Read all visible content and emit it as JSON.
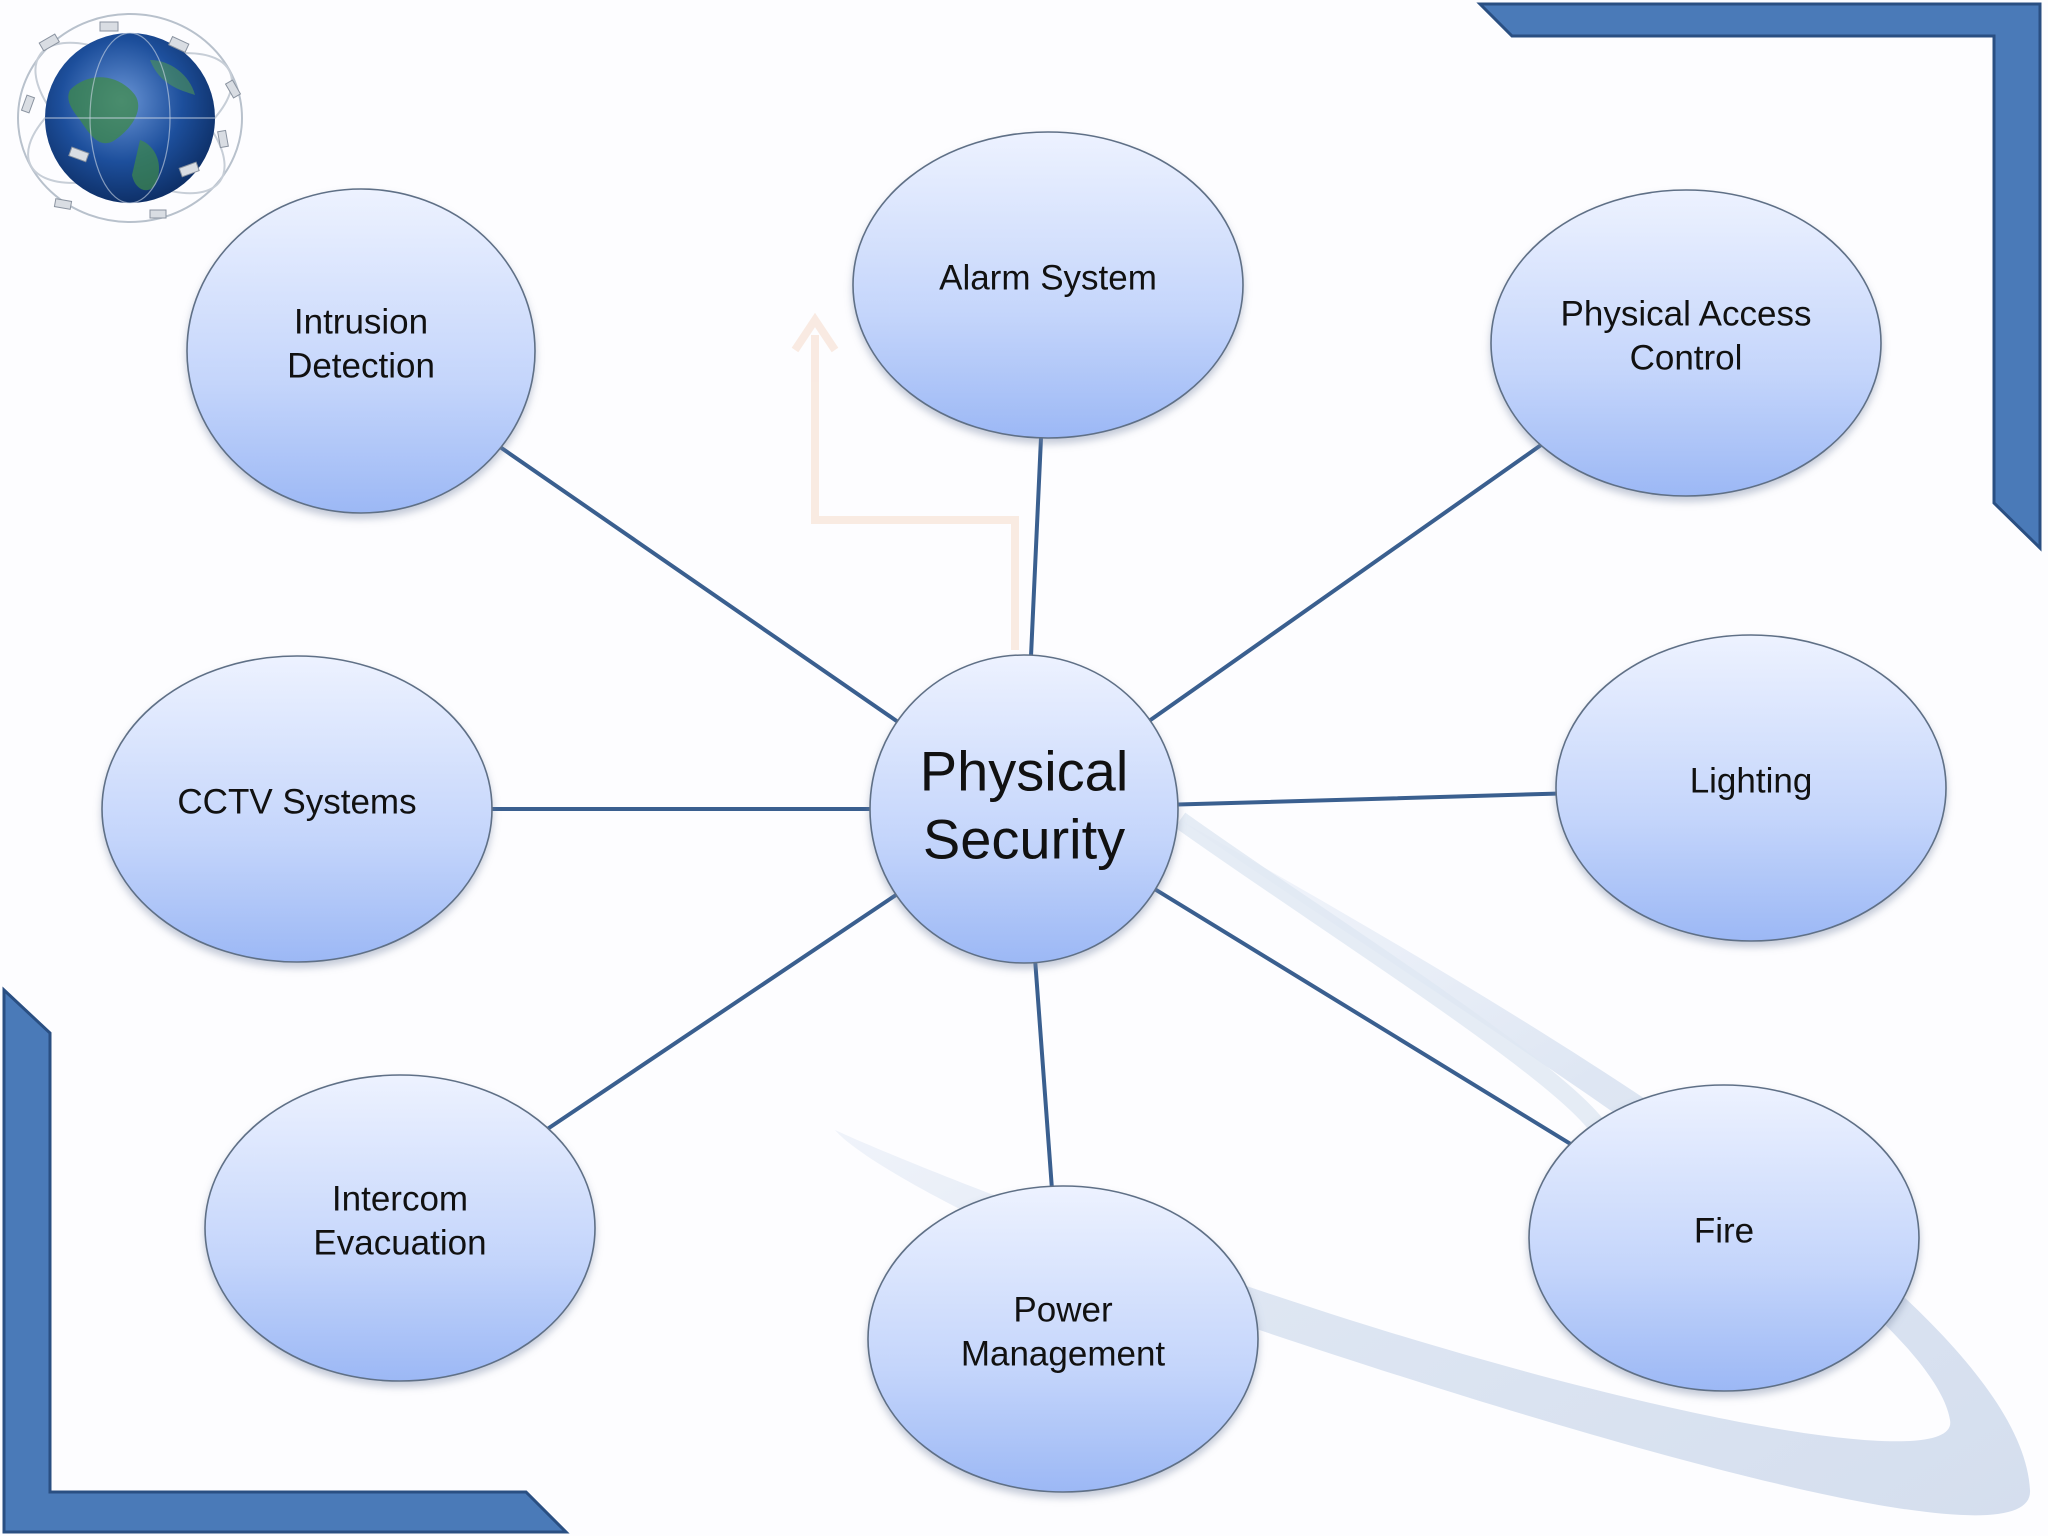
{
  "diagram": {
    "center": {
      "id": "physical-security",
      "lines": [
        "Physical",
        "Security"
      ]
    },
    "nodes": [
      {
        "id": "intrusion-detection",
        "lines": [
          "Intrusion",
          "Detection"
        ]
      },
      {
        "id": "alarm-system",
        "lines": [
          "Alarm System"
        ]
      },
      {
        "id": "physical-access-control",
        "lines": [
          "Physical Access",
          "Control"
        ]
      },
      {
        "id": "cctv-systems",
        "lines": [
          "CCTV Systems"
        ]
      },
      {
        "id": "lighting",
        "lines": [
          "Lighting"
        ]
      },
      {
        "id": "intercom-evacuation",
        "lines": [
          "Intercom",
          "Evacuation"
        ]
      },
      {
        "id": "power-management",
        "lines": [
          "Power",
          "Management"
        ]
      },
      {
        "id": "fire",
        "lines": [
          "Fire"
        ]
      }
    ],
    "connections": [
      {
        "from": "physical-security",
        "to": "intrusion-detection"
      },
      {
        "from": "physical-security",
        "to": "alarm-system"
      },
      {
        "from": "physical-security",
        "to": "physical-access-control"
      },
      {
        "from": "physical-security",
        "to": "cctv-systems"
      },
      {
        "from": "physical-security",
        "to": "lighting"
      },
      {
        "from": "physical-security",
        "to": "intercom-evacuation"
      },
      {
        "from": "physical-security",
        "to": "power-management"
      },
      {
        "from": "physical-security",
        "to": "fire"
      }
    ]
  },
  "colors": {
    "frame_accent": "#4a7ab8",
    "frame_edge": "#2a4f82",
    "connector": "#3a5f8f",
    "node_fill_top": "#e8eefe",
    "node_fill_bottom": "#a3bdf7",
    "ghost_arrow": "#f6d9c6"
  },
  "icons": {
    "logo": "globe-satellites-icon"
  }
}
